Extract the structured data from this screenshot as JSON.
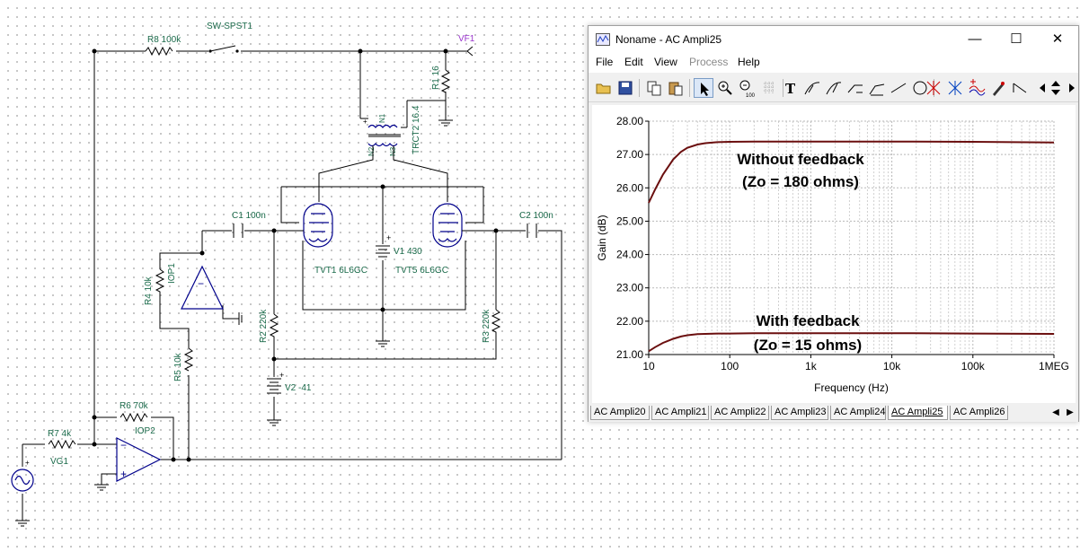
{
  "window": {
    "title": "Noname - AC Ampli25",
    "menu": [
      {
        "label": "File",
        "enabled": true
      },
      {
        "label": "Edit",
        "enabled": true
      },
      {
        "label": "View",
        "enabled": true
      },
      {
        "label": "Process",
        "enabled": false
      },
      {
        "label": "Help",
        "enabled": true
      }
    ],
    "controls": {
      "minimize": "—",
      "maximize": "☐",
      "close": "✕"
    }
  },
  "toolbar": {
    "icons": [
      "open-icon",
      "save-icon",
      "copy-icon",
      "paste-icon",
      "pointer-icon",
      "zoom-in-icon",
      "zoom-100-icon",
      "grid-icon",
      "text-tool-icon",
      "cursor-a-icon",
      "cursor-b-icon",
      "line-marker-icon",
      "curve-icon",
      "line-tool-icon",
      "circle-tool-icon",
      "cursor-a-cross-icon",
      "cursor-b-cross-icon",
      "add-curve-icon",
      "pen-icon",
      "bend-icon",
      "scroll-left-icon",
      "scroll-updown-icon",
      "scroll-right-icon"
    ],
    "zoom_label": "100"
  },
  "tabs": [
    "AC Ampli20",
    "AC Ampli21",
    "AC Ampli22",
    "AC Ampli23",
    "AC Ampli24",
    "AC Ampli25",
    "AC Ampli26"
  ],
  "selected_tab": "AC Ampli25",
  "chart_data": {
    "type": "line",
    "xlabel": "Frequency (Hz)",
    "ylabel": "Gain (dB)",
    "xscale": "log",
    "xlim": [
      10,
      1000000
    ],
    "ylim": [
      21.0,
      28.0
    ],
    "xticks": [
      "10",
      "100",
      "1k",
      "10k",
      "100k",
      "1MEG"
    ],
    "yticks": [
      "21.00",
      "22.00",
      "23.00",
      "24.00",
      "25.00",
      "26.00",
      "27.00",
      "28.00"
    ],
    "grid": true,
    "line_color": "#6b0f0f",
    "series": [
      {
        "x": [
          10,
          12,
          15,
          20,
          25,
          30,
          40,
          50,
          70,
          100,
          200,
          500,
          1000,
          10000,
          100000,
          1000000
        ],
        "y": [
          25.55,
          25.95,
          26.4,
          26.85,
          27.08,
          27.2,
          27.3,
          27.34,
          27.37,
          27.38,
          27.39,
          27.39,
          27.39,
          27.39,
          27.38,
          27.36
        ]
      },
      {
        "x": [
          10,
          12,
          15,
          20,
          25,
          30,
          40,
          50,
          70,
          100,
          200,
          1000,
          10000,
          100000,
          1000000
        ],
        "y": [
          21.1,
          21.22,
          21.35,
          21.47,
          21.54,
          21.58,
          21.61,
          21.62,
          21.63,
          21.63,
          21.64,
          21.64,
          21.64,
          21.63,
          21.62
        ]
      }
    ],
    "annotations": [
      {
        "line1": "Without feedback",
        "line2": "(Zo = 180 ohms)"
      },
      {
        "line1": "With feedback",
        "line2": "(Zo = 15 ohms)"
      }
    ]
  },
  "schematic": {
    "labels": {
      "sw": "SW-SPST1",
      "r8": "R8 100k",
      "vf1": "VF1",
      "r1": "R1 16",
      "n1": "N1",
      "n2": "N2",
      "n3": "N3",
      "trc": "TRCT2 16.4",
      "c1": "C1 100n",
      "c2": "C2 100n",
      "v1": "V1 430",
      "tvt1": "TVT1 6L6GC",
      "tvt5": "TVT5 6L6GC",
      "r4": "R4 10k",
      "iop1": "IOP1",
      "r2": "R2 220k",
      "r3": "R3 220k",
      "r5": "R5 10k",
      "v2": "V2 -41",
      "r6": "R6 70k",
      "r7": "R7 4k",
      "iop2": "IOP2",
      "vg1": "VG1",
      "plus": "+",
      "minus": "−"
    }
  }
}
